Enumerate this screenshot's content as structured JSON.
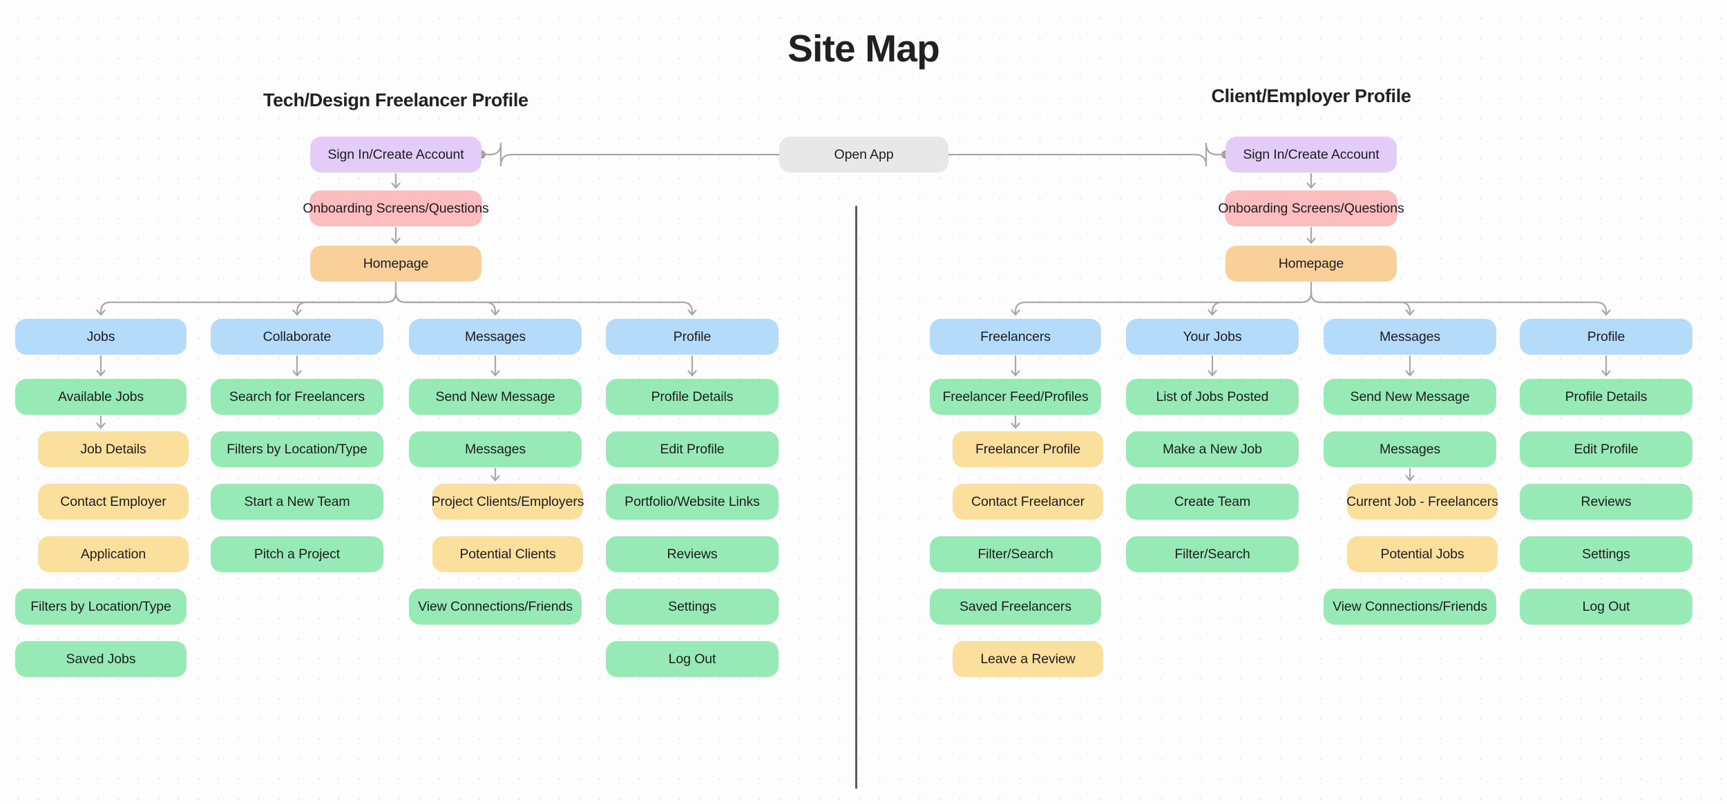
{
  "title": "Site Map",
  "colors": {
    "purple": "#e3cdf8",
    "pink": "#fbbdbd",
    "orange": "#fad09a",
    "blue": "#b5dbfb",
    "green": "#97eab5",
    "yellow": "#fbdf9c",
    "gray": "#e8e8e8",
    "edge": "#a8a8a8",
    "divider": "#5c5c5c",
    "text": "#1c1c1e"
  },
  "center": {
    "open_app": "Open App"
  },
  "left_section": {
    "header": "Tech/Design Freelancer Profile",
    "root_chain": [
      {
        "label": "Sign In/Create Account",
        "color": "purple"
      },
      {
        "label": "Onboarding Screens/Questions",
        "color": "pink"
      },
      {
        "label": "Homepage",
        "color": "orange"
      }
    ],
    "columns": [
      {
        "head": {
          "label": "Jobs",
          "color": "blue"
        },
        "items": [
          {
            "label": "Available Jobs",
            "color": "green"
          },
          {
            "label": "Job Details",
            "color": "yellow"
          },
          {
            "label": "Contact Employer",
            "color": "yellow"
          },
          {
            "label": "Application",
            "color": "yellow"
          },
          {
            "label": "Filters by Location/Type",
            "color": "green"
          },
          {
            "label": "Saved Jobs",
            "color": "green"
          }
        ]
      },
      {
        "head": {
          "label": "Collaborate",
          "color": "blue"
        },
        "items": [
          {
            "label": "Search for Freelancers",
            "color": "green"
          },
          {
            "label": "Filters by Location/Type",
            "color": "green"
          },
          {
            "label": "Start a New Team",
            "color": "green"
          },
          {
            "label": "Pitch a Project",
            "color": "green"
          }
        ]
      },
      {
        "head": {
          "label": "Messages",
          "color": "blue"
        },
        "items": [
          {
            "label": "Send New Message",
            "color": "green"
          },
          {
            "label": "Messages",
            "color": "green"
          },
          {
            "label": "Project Clients/Employers",
            "color": "yellow"
          },
          {
            "label": "Potential Clients",
            "color": "yellow"
          },
          {
            "label": "View Connections/Friends",
            "color": "green"
          }
        ]
      },
      {
        "head": {
          "label": "Profile",
          "color": "blue"
        },
        "items": [
          {
            "label": "Profile Details",
            "color": "green"
          },
          {
            "label": "Edit Profile",
            "color": "green"
          },
          {
            "label": "Portfolio/Website Links",
            "color": "green"
          },
          {
            "label": "Reviews",
            "color": "green"
          },
          {
            "label": "Settings",
            "color": "green"
          },
          {
            "label": "Log Out",
            "color": "green"
          }
        ]
      }
    ]
  },
  "right_section": {
    "header": "Client/Employer Profile",
    "root_chain": [
      {
        "label": "Sign In/Create Account",
        "color": "purple"
      },
      {
        "label": "Onboarding Screens/Questions",
        "color": "pink"
      },
      {
        "label": "Homepage",
        "color": "orange"
      }
    ],
    "columns": [
      {
        "head": {
          "label": "Freelancers",
          "color": "blue"
        },
        "items": [
          {
            "label": "Freelancer Feed/Profiles",
            "color": "green"
          },
          {
            "label": "Freelancer Profile",
            "color": "yellow"
          },
          {
            "label": "Contact Freelancer",
            "color": "yellow"
          },
          {
            "label": "Filter/Search",
            "color": "green"
          },
          {
            "label": "Saved Freelancers",
            "color": "green"
          },
          {
            "label": "Leave a Review",
            "color": "yellow"
          }
        ]
      },
      {
        "head": {
          "label": "Your Jobs",
          "color": "blue"
        },
        "items": [
          {
            "label": "List of Jobs Posted",
            "color": "green"
          },
          {
            "label": "Make a New Job",
            "color": "green"
          },
          {
            "label": "Create Team",
            "color": "green"
          },
          {
            "label": "Filter/Search",
            "color": "green"
          }
        ]
      },
      {
        "head": {
          "label": "Messages",
          "color": "blue"
        },
        "items": [
          {
            "label": "Send New Message",
            "color": "green"
          },
          {
            "label": "Messages",
            "color": "green"
          },
          {
            "label": "Current Job - Freelancers",
            "color": "yellow"
          },
          {
            "label": "Potential Jobs",
            "color": "yellow"
          },
          {
            "label": "View Connections/Friends",
            "color": "green"
          }
        ]
      },
      {
        "head": {
          "label": "Profile",
          "color": "blue"
        },
        "items": [
          {
            "label": "Profile Details",
            "color": "green"
          },
          {
            "label": "Edit Profile",
            "color": "green"
          },
          {
            "label": "Reviews",
            "color": "green"
          },
          {
            "label": "Settings",
            "color": "green"
          },
          {
            "label": "Log Out",
            "color": "green"
          }
        ]
      }
    ]
  }
}
